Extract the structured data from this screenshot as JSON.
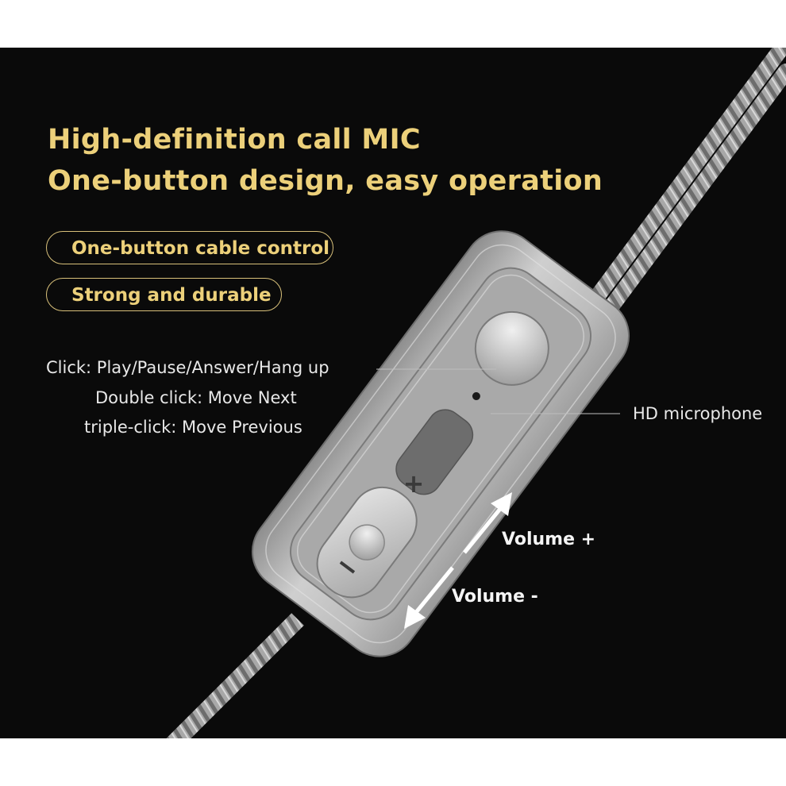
{
  "headline": {
    "line1": "High-definition call  MIC",
    "line2": "One-button design, easy operation"
  },
  "features": [
    {
      "label": "One-button cable control"
    },
    {
      "label": "Strong and durable"
    }
  ],
  "instructions": [
    {
      "text": "Click: Play/Pause/Answer/Hang up"
    },
    {
      "text": "Double click: Move Next"
    },
    {
      "text": "triple-click: Move Previous"
    }
  ],
  "callouts": {
    "microphone": "HD microphone",
    "volume_up": "Volume +",
    "volume_down": "Volume -"
  },
  "remote": {
    "plus_symbol": "+",
    "minus_symbol": "−"
  },
  "colors": {
    "background": "#0a0a0a",
    "accent_gold": "#ecd07a",
    "text_light": "#e8e8e8",
    "metal_silver": "#b9b9b9"
  }
}
